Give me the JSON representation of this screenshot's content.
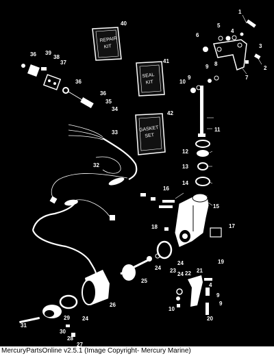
{
  "kits": [
    {
      "number": "40",
      "label_line1": "REPAIR",
      "label_line2": "KIT"
    },
    {
      "number": "41",
      "label_line1": "SEAL",
      "label_line2": "KIT"
    },
    {
      "number": "42",
      "label_line1": "GASKET",
      "label_line2": "SET"
    }
  ],
  "callouts": [
    "1",
    "2",
    "3",
    "4",
    "5",
    "6",
    "7",
    "8",
    "9",
    "9",
    "10",
    "11",
    "12",
    "13",
    "14",
    "15",
    "16",
    "17",
    "18",
    "19",
    "20",
    "21",
    "22",
    "23",
    "24",
    "24",
    "24",
    "25",
    "26",
    "27",
    "28",
    "29",
    "30",
    "31",
    "32",
    "33",
    "34",
    "35",
    "36",
    "36",
    "37",
    "38",
    "39",
    "4",
    "9",
    "9",
    "10",
    "24"
  ],
  "footer": "MercuryPartsOnline v2.5.1 (Image Copyright- Mercury Marine)"
}
